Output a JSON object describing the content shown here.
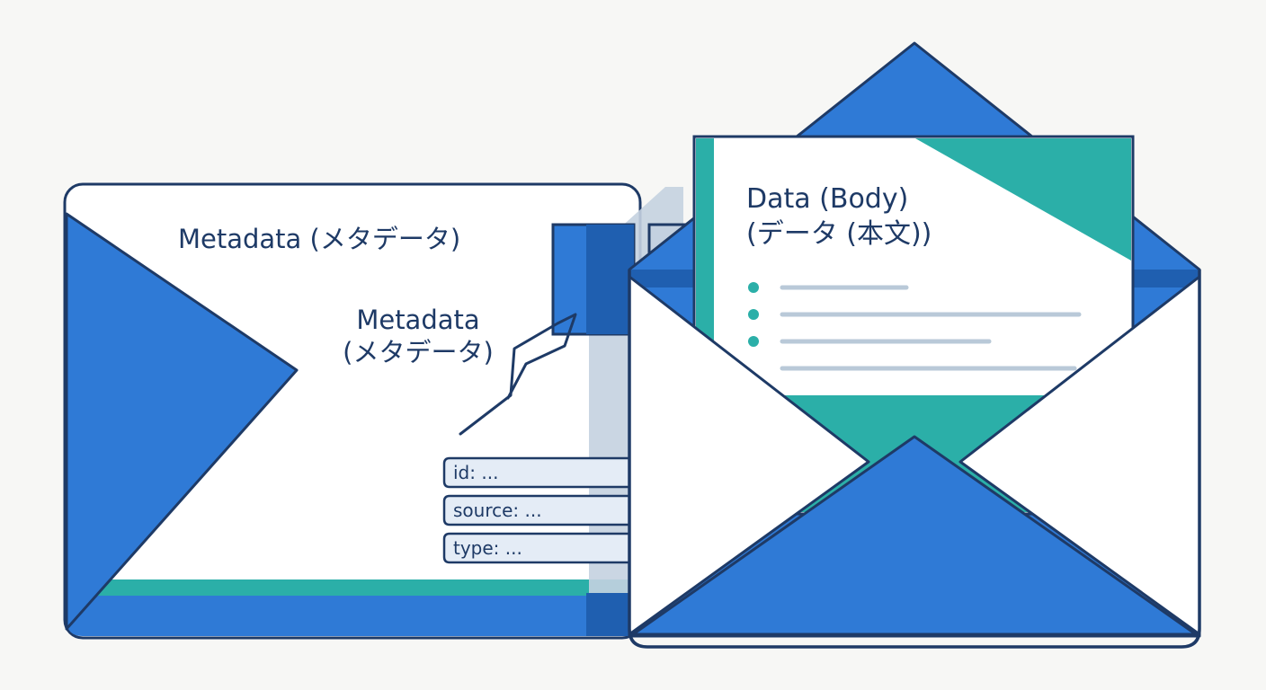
{
  "metadata_envelope": {
    "title": "Metadata (メタデータ)",
    "callout": {
      "line1": "Metadata",
      "line2": "(メタデータ)"
    },
    "fields": [
      "id: ...",
      "source: ...",
      "type: ..."
    ]
  },
  "data_envelope": {
    "title_line1": "Data (Body)",
    "title_line2": "(データ (本文))",
    "bullet_line_count": 4
  },
  "colors": {
    "navy": "#1e3a66",
    "blue": "#2f7ad6",
    "teal": "#2bafa8",
    "light_line": "#b9c9d8",
    "shadow": "#c4d1e0",
    "background": "#f7f7f5"
  }
}
